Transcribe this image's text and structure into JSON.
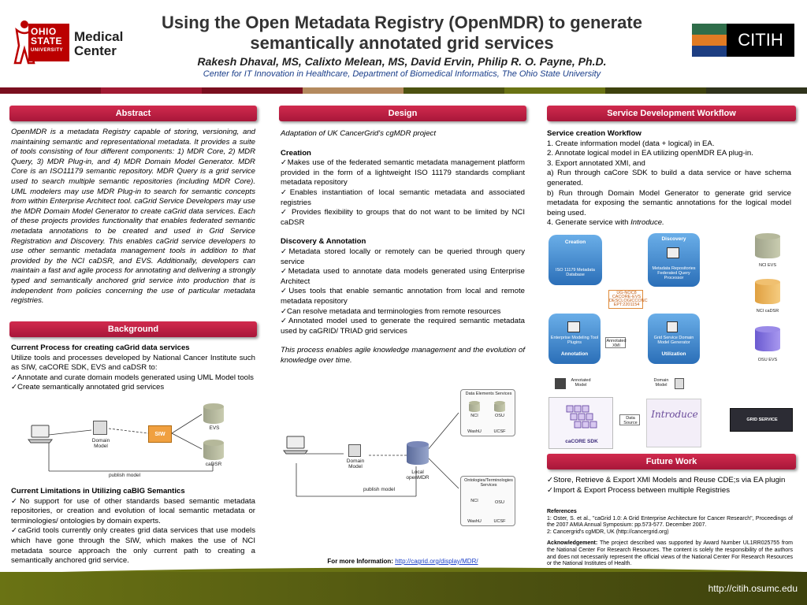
{
  "header": {
    "logo_line1": "OHIO",
    "logo_line2": "STATE",
    "logo_line3": "UNIVERSITY",
    "logo_medical": "Medical",
    "logo_center": "Center",
    "title_line1": "Using the Open Metadata Registry (OpenMDR) to generate",
    "title_line2": "semantically annotated grid services",
    "authors": "Rakesh Dhaval, MS, Calixto Melean, MS, David Ervin, Philip R. O. Payne, Ph.D.",
    "affiliation": "Center for IT Innovation in Healthcare, Department of Biomedical Informatics, The Ohio State University",
    "citih_label": "CITIH",
    "colors": {
      "red": "#a8173a",
      "olive": "#6a7314",
      "navy": "#1a3e8a",
      "citih_green": "#3b7a4a",
      "citih_orange": "#e07b24"
    }
  },
  "abstract": {
    "heading": "Abstract",
    "text": "OpenMDR is a metadata Registry capable of storing, versioning, and maintaining semantic and representational metadata. It provides a suite of tools consisting of four different components: 1) MDR Core, 2) MDR Query, 3) MDR Plug-in, and 4) MDR Domain Model Generator. MDR Core is an ISO11179 semantic repository. MDR Query is a grid service used to search multiple semantic repositories (including MDR Core). UML modelers may use MDR Plug-in to search for semantic concepts from within Enterprise Architect tool. caGrid Service Developers may use the MDR Domain Model Generator to create caGrid data services. Each of these projects provides functionality that enables federated semantic metadata annotations to be created and used in Grid Service Registration and Discovery. This enables caGrid service developers to use other semantic metadata management tools in addition to that provided by the NCI caDSR, and EVS. Additionally, developers can maintain a fast and agile process for annotating and delivering a strongly typed and semantically anchored grid service into production that is independent from policies concerning the use of particular metadata registries."
  },
  "background": {
    "heading": "Background",
    "current_process_title": "Current Process for creating caGrid data services",
    "current_process_text": "Utilize tools and processes developed by National Cancer Institute such as SIW, caCORE SDK, EVS and caDSR to:",
    "current_process_items": [
      "Annotate and curate domain models generated using UML Model tools",
      "Create semantically annotated grid services"
    ],
    "diagram": {
      "domain_model": "Domain Model",
      "siw": "SIW",
      "evs": "EVS",
      "cadsr": "caDSR",
      "publish": "publish model"
    },
    "limitations_title": "Current Limitations in Utilizing caBIG Semantics",
    "limitations_items": [
      "No support for use of other standards based semantic metadata repositories, or creation and evolution of local semantic metadata or terminologies/ ontologies by domain experts.",
      "caGrid tools currently only creates grid data services that use models which have gone through the SIW, which makes the use of NCI metadata source approach the only current path to creating a semantically anchored grid service."
    ]
  },
  "design": {
    "heading": "Design",
    "intro": "Adaptation of UK CancerGrid's cgMDR project",
    "creation_title": "Creation",
    "creation_items": [
      "Makes use of the federated semantic metadata management platform provided in the form of a lightweight ISO 11179 standards compliant metadata repository",
      "Enables instantiation of local semantic metadata and associated registries",
      " Provides flexibility to groups that do not want to be limited by NCI caDSR"
    ],
    "discovery_title": "Discovery & Annotation",
    "discovery_items": [
      "Metadata stored locally or remotely can be queried through query service",
      "Metadata used to annotate data models generated using Enterprise Architect",
      "Uses tools that enable semantic annotation from local and remote metadata repository",
      "Can resolve metadata and terminologies from remote resources",
      "Annotated model used to generate the required semantic metadata used by caGRID/ TRIAD grid services"
    ],
    "closing": "This process enables agile knowledge management and the evolution of knowledge over time.",
    "diagram": {
      "data_elements": "Data Elements Services",
      "nci": "NCI",
      "osu": "OSU",
      "washu": "WashU",
      "ucsf": "UCSF",
      "ontologies": "Ontologies/Terminologies Services",
      "domain_model": "Domain Model",
      "local_mdr": "Local openMDR",
      "publish": "publish model"
    },
    "more_info_label": "For more Information: ",
    "more_info_url": "http://cagrid.org/display/MDR/"
  },
  "workflow": {
    "heading": "Service Development Workflow",
    "title": "Service creation Workflow",
    "steps": [
      "1. Create information model (data + logical) in EA.",
      "2. Annotate logical model in EA utilizing openMDR EA plug-in.",
      "3. Export annotated XMI, and",
      "a) Run through caCore SDK to build a data service or have schema  generated.",
      "b) Run through Domain Model Generator to generate grid service metadata for exposing the semantic annotations for the logical model being used."
    ],
    "step4_prefix": "4. Generate service with ",
    "step4_italic": "Introduce.",
    "diagram": {
      "creation": "Creation",
      "discovery": "Discovery",
      "annotation": "Annotation",
      "utilization": "Utilization",
      "iso": "ISO 11179 Metadata Database",
      "repos": "Metadata Repositories Federated Query Processor",
      "ids": "UG-NOC8\nCACORE-EVS\nDESCLOGICCONC\nEPT:2201154",
      "ea_plugin": "Enterprise Modeling Tool Plugins",
      "annotated_xmi": "Annotated XMI",
      "grid_service_gen": "Grid Service Domain Model Generator",
      "nci_evs": "NCI EVS",
      "nci_cadsr": "NCI caDSR",
      "osu_evs": "OSU EVS",
      "annotated_model": "Annotated Model",
      "domain_model": "Domain Model",
      "data_source": "Data Source",
      "cacore_sdk": "caCORE SDK",
      "introduce": "Introduce",
      "grid_service": "GRID SERVICE"
    }
  },
  "future": {
    "heading": "Future Work",
    "items": [
      "Store, Retrieve & Export XMI Models and Reuse CDE;s via EA plugin",
      "Import & Export Process between multiple Registries"
    ],
    "references_title": "References",
    "references": [
      "1: Oster, S. et al., \"caGrid 1.0: A Grid Enterprise Architecture for Cancer Research\", Proceedings of the 2007 AMIA Annual Symposium: pp.573-577. December 2007.",
      "2: Cancergrid's cgMDR, UK (http://cancergrid.org)"
    ],
    "ack_label": "Acknowledgement:",
    "ack_text": " The project described was supported by Award Number UL1RR025755 from the National Center For Research Resources. The content is solely the responsibility of the authors and does not necessarily represent the official views of the National Center For Research Resources or the National Institutes of Health."
  },
  "footer": {
    "url": "http://citih.osumc.edu"
  }
}
